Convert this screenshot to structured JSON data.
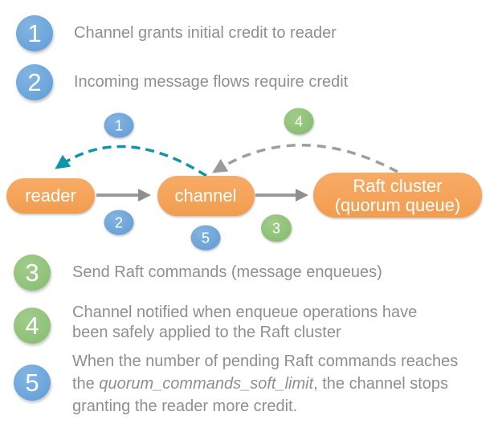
{
  "colors": {
    "badge_blue": "#6fa8dc",
    "badge_green": "#93c47d",
    "node_orange": "#f5a55c",
    "credit_arrow_teal": "#0e96a6",
    "arrow_gray": "#9a9a9a",
    "text_gray": "#8f8f8f",
    "node_text": "#ffffff"
  },
  "legend": {
    "items": [
      {
        "number": "1",
        "color": "blue",
        "text": "Channel grants initial credit to reader"
      },
      {
        "number": "2",
        "color": "blue",
        "text": "Incoming message flows require credit"
      },
      {
        "number": "3",
        "color": "green",
        "text": "Send Raft commands (message enqueues)"
      },
      {
        "number": "4",
        "color": "green",
        "line1": "Channel notified when enqueue operations have",
        "line2": "been safely applied to the Raft cluster"
      },
      {
        "number": "5",
        "color": "blue",
        "line1": "When the number of pending Raft commands reaches",
        "line2_pre": "the ",
        "line2_italic": "quorum_commands_soft_limit",
        "line2_post": ", the channel stops",
        "line3": "granting the reader more credit."
      }
    ]
  },
  "diagram": {
    "nodes": {
      "reader": {
        "label": "reader"
      },
      "channel": {
        "label": "channel"
      },
      "raft": {
        "line1": "Raft cluster",
        "line2": "(quorum queue)"
      }
    },
    "badges": {
      "credit_grant": "1",
      "message_flow": "2",
      "raft_commands": "3",
      "applied_notification": "4",
      "soft_limit": "5"
    }
  }
}
